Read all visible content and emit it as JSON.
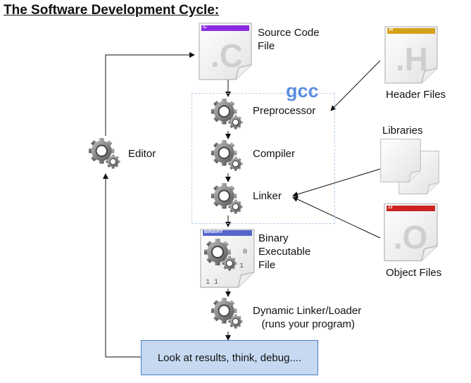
{
  "title": "The Software Development Cycle:",
  "gcc_label": "gcc",
  "source_file": {
    "label": "Source Code\nFile",
    "badge": ".C",
    "glyph": ".C"
  },
  "header_file": {
    "label": "Header Files",
    "badge": ".H",
    "glyph": ".H"
  },
  "libraries": {
    "label": "Libraries"
  },
  "object_file": {
    "label": "Object Files",
    "badge": ".O",
    "glyph": ".O"
  },
  "binary_file": {
    "label": "Binary\nExecutable\nFile",
    "badge": "BINARY"
  },
  "steps": {
    "preprocessor": "Preprocessor",
    "compiler": "Compiler",
    "linker": "Linker",
    "loader": "Dynamic Linker/Loader\n   (runs your program)",
    "editor": "Editor"
  },
  "result_box": "Look at results, think, debug....",
  "colors": {
    "gcc": "#5b8de0",
    "c_badge": "#8a2be2",
    "h_badge": "#d4a017",
    "o_badge": "#cc2222",
    "binary_badge": "#5566cc",
    "result_fill": "#c6d9f1"
  }
}
